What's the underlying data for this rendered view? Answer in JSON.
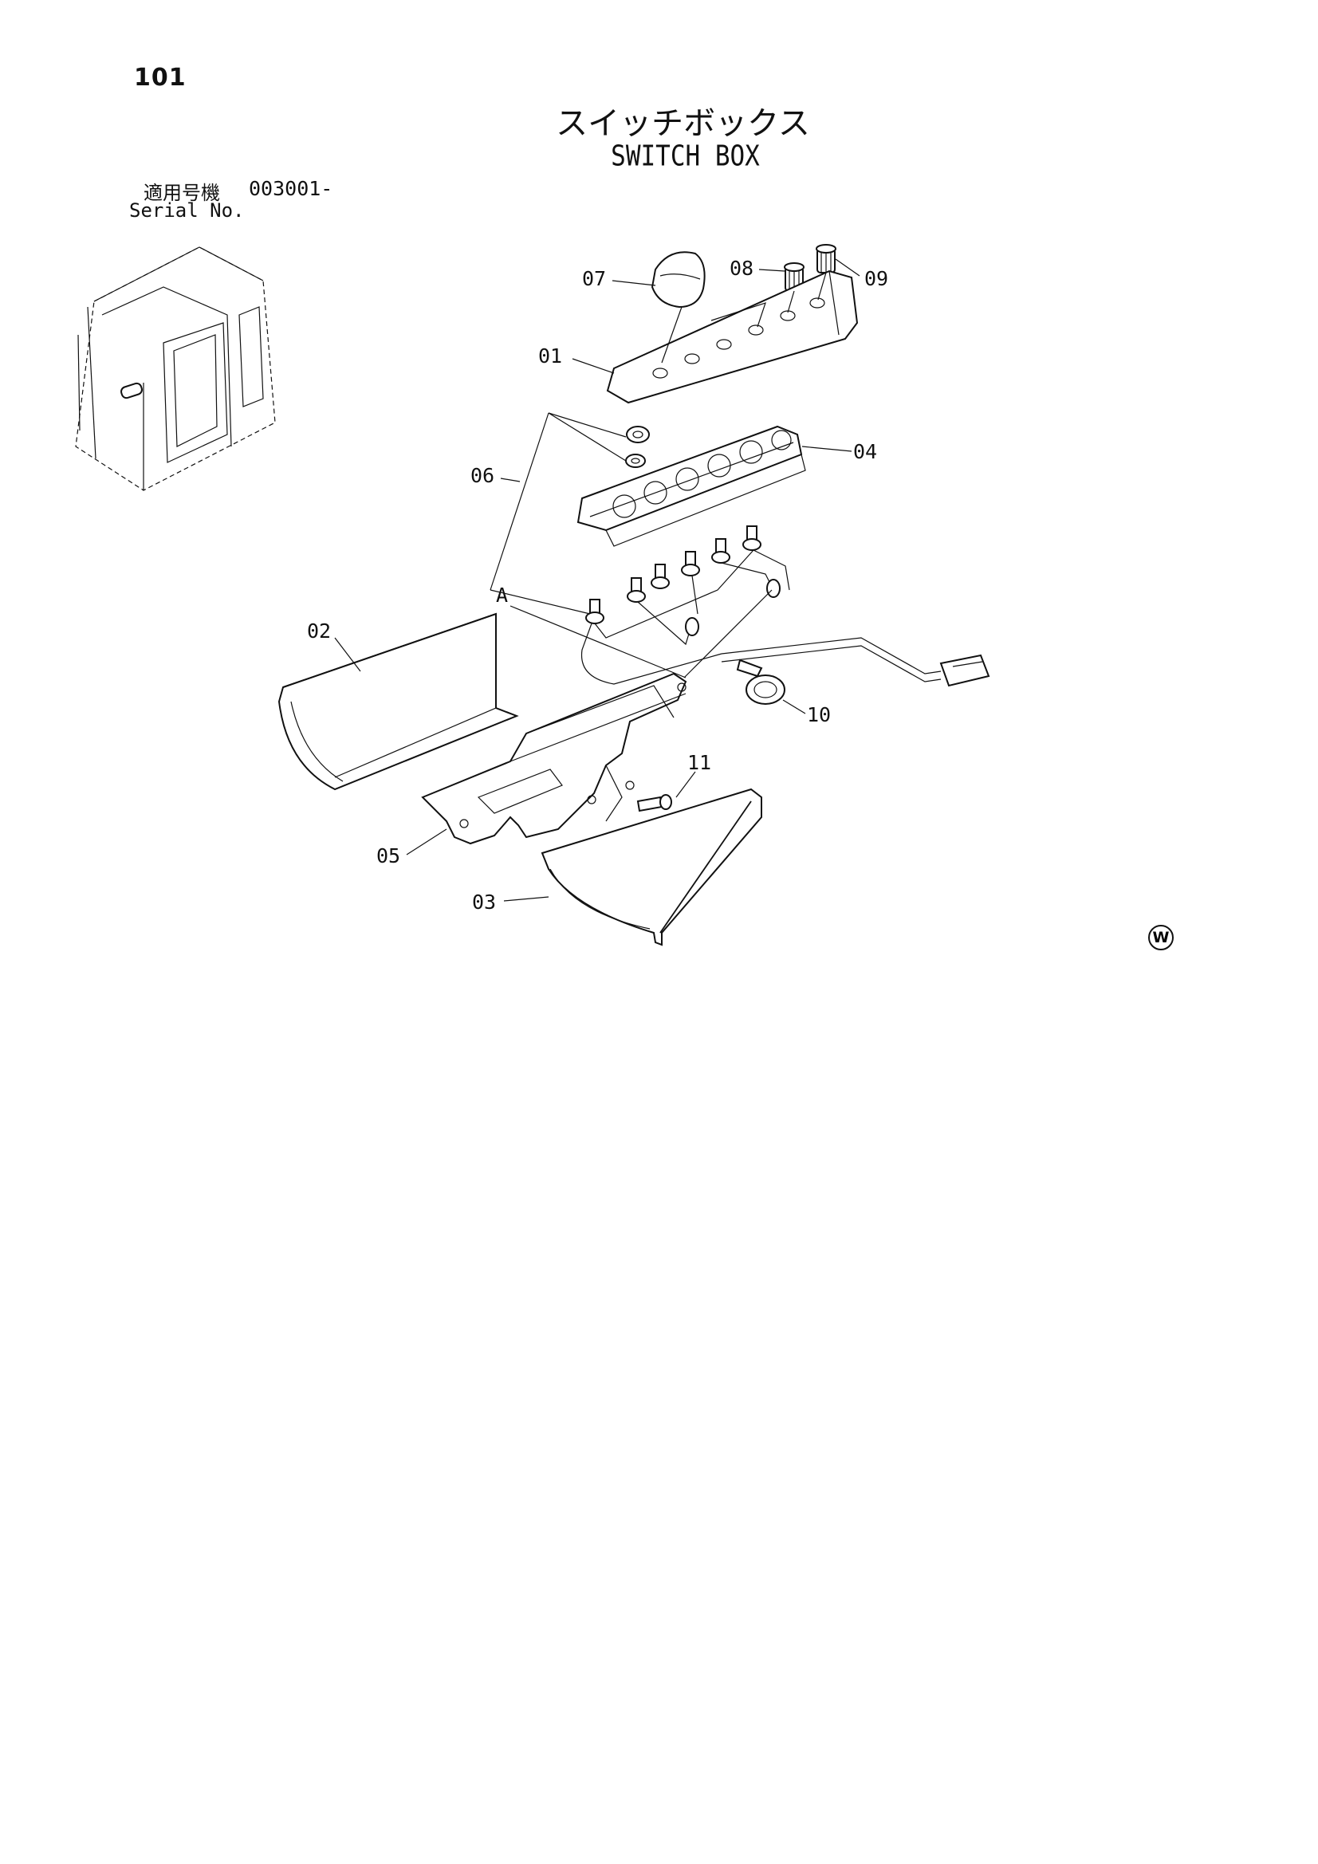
{
  "header": {
    "page_number": "101",
    "title_ja": "スイッチボックス",
    "title_en": "SWITCH BOX",
    "serial_label_ja": "適用号機",
    "serial_value": "003001-",
    "serial_label_en": "Serial No."
  },
  "callouts": {
    "p01": "01",
    "p02": "02",
    "p03": "03",
    "p04": "04",
    "p05": "05",
    "p06": "06",
    "p07": "07",
    "p08": "08",
    "p09": "09",
    "p10": "10",
    "p11": "11",
    "ref_a": "A"
  },
  "footer": {
    "mark": "W"
  }
}
